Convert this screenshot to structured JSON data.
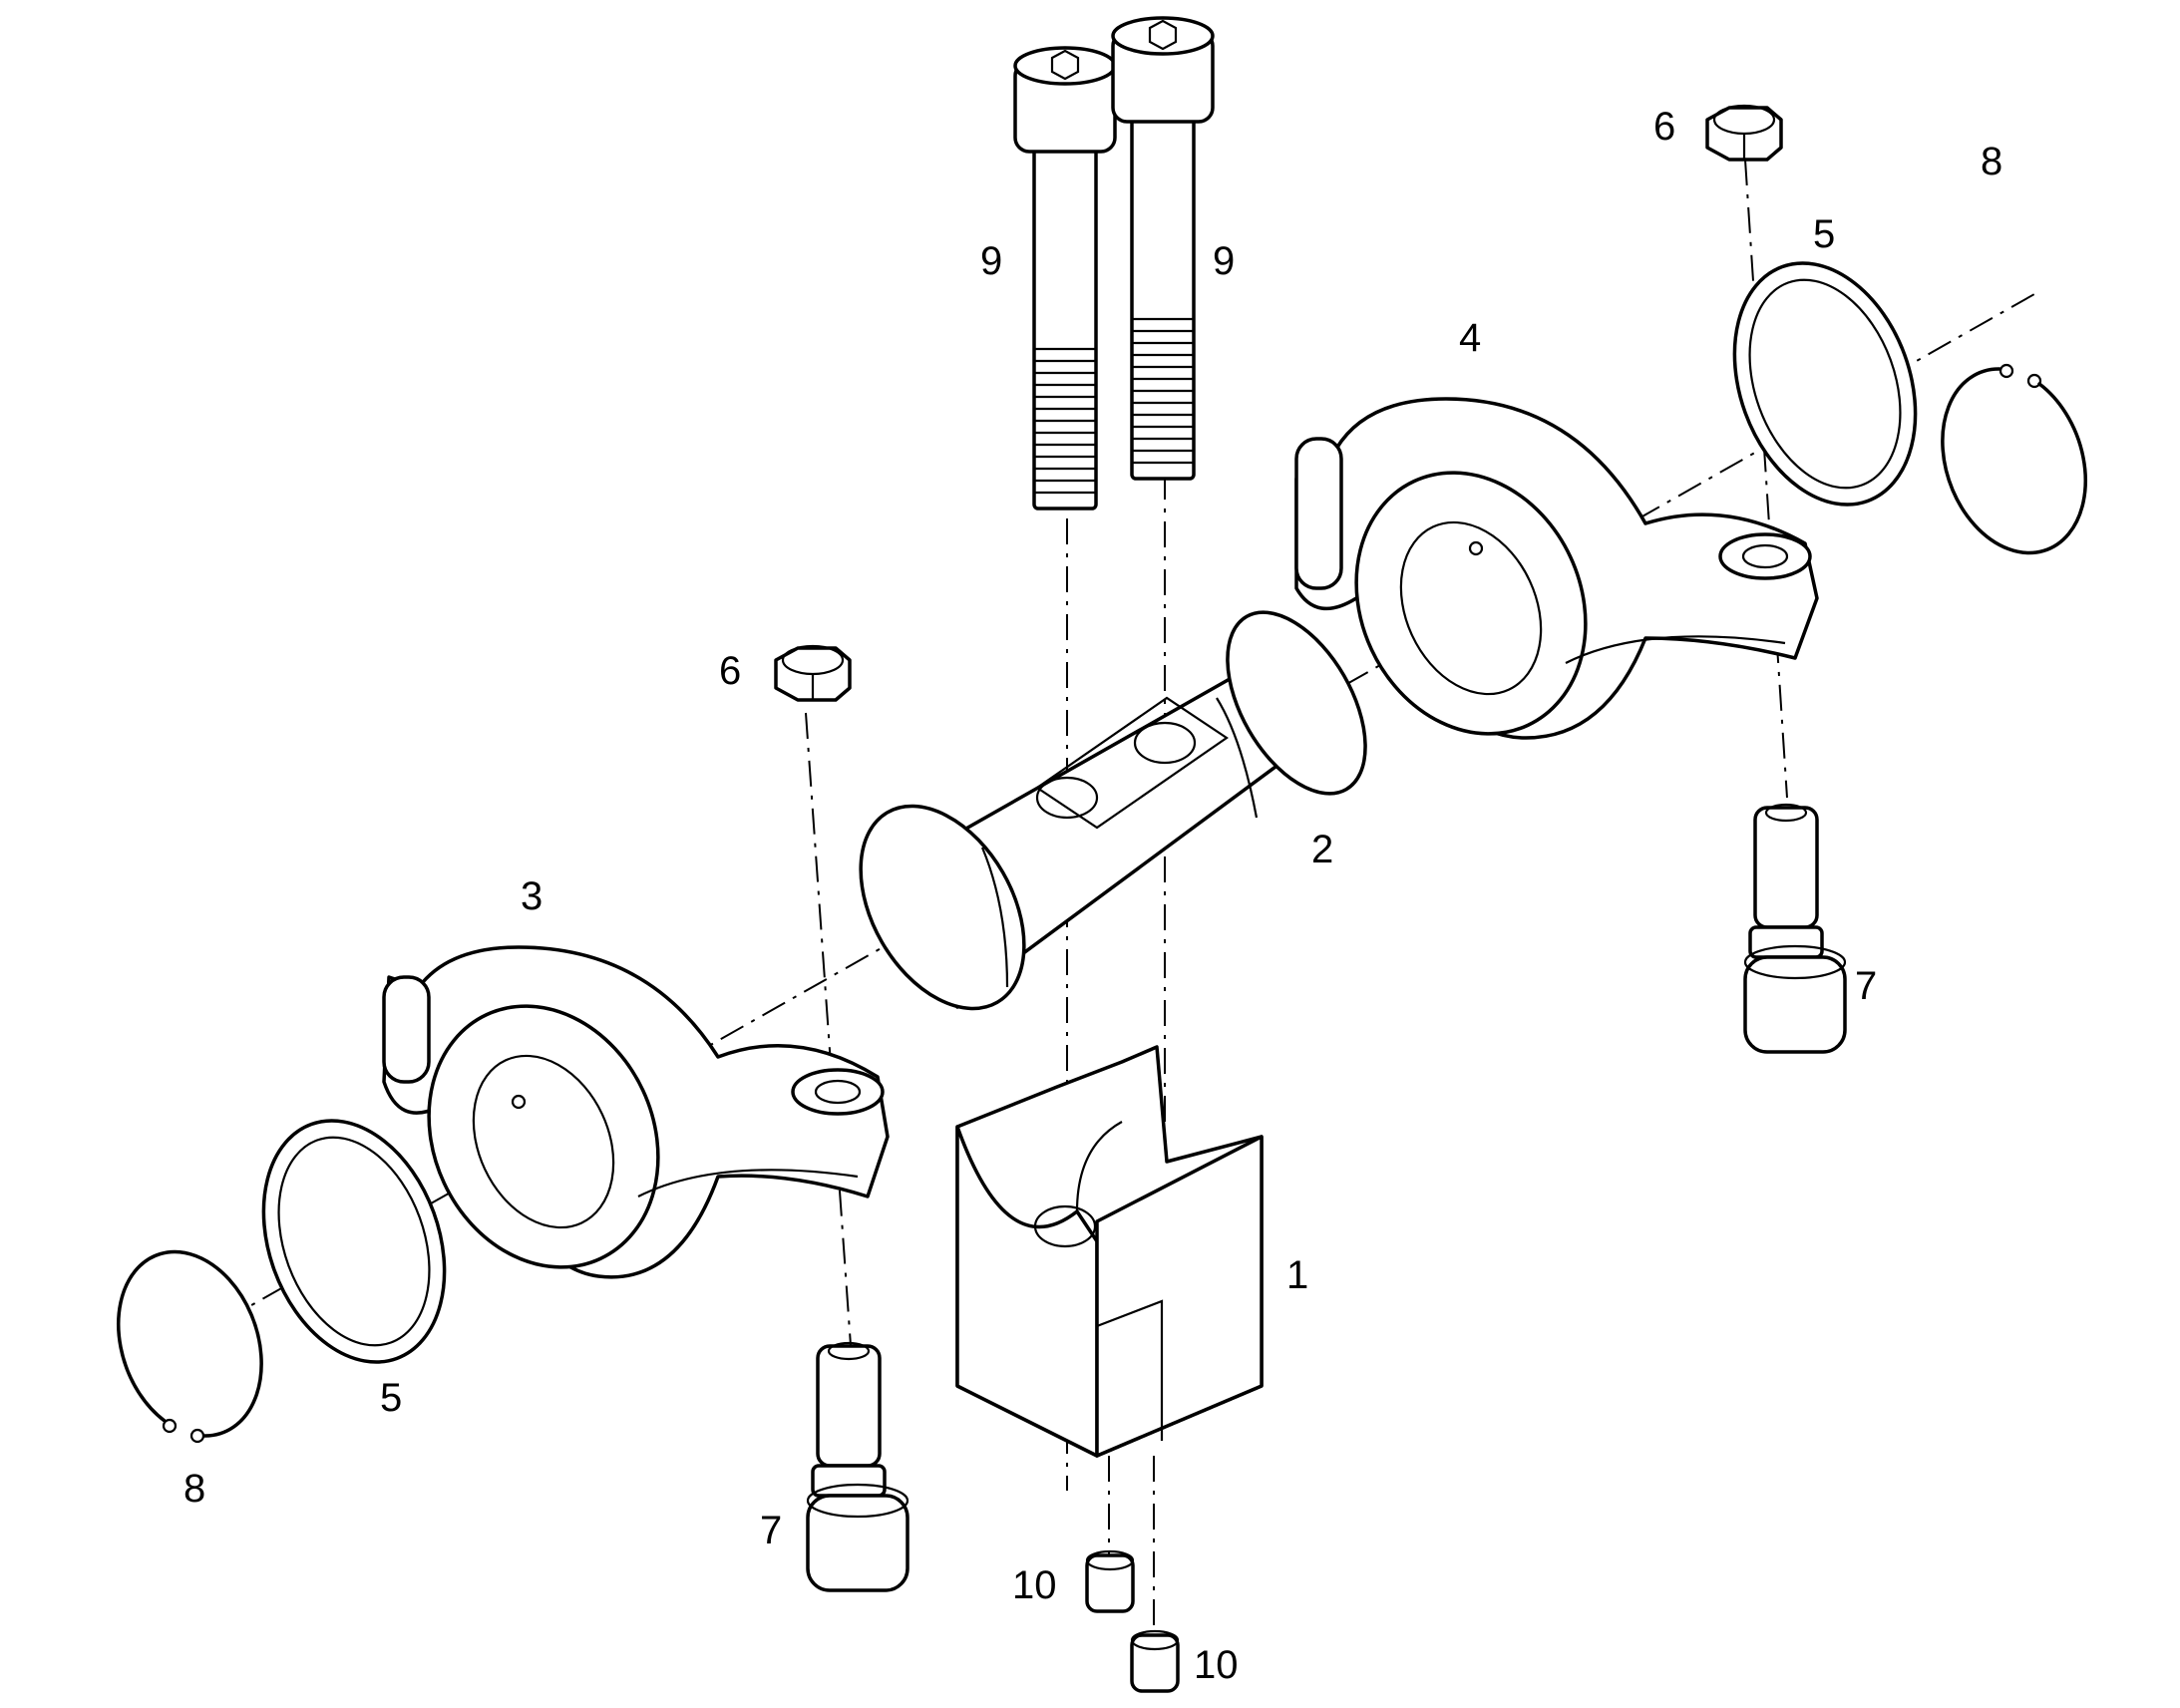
{
  "callouts": {
    "part_1": "1",
    "part_2": "2",
    "part_3": "3",
    "part_4": "4",
    "part_5_left": "5",
    "part_5_right": "5",
    "part_6_left": "6",
    "part_6_right": "6",
    "part_7_left": "7",
    "part_7_right": "7",
    "part_8_left": "8",
    "part_8_right": "8",
    "part_9_left": "9",
    "part_9_right": "9",
    "part_10_upper": "10",
    "part_10_lower": "10"
  },
  "colors": {
    "line": "#000000",
    "background": "#ffffff"
  }
}
